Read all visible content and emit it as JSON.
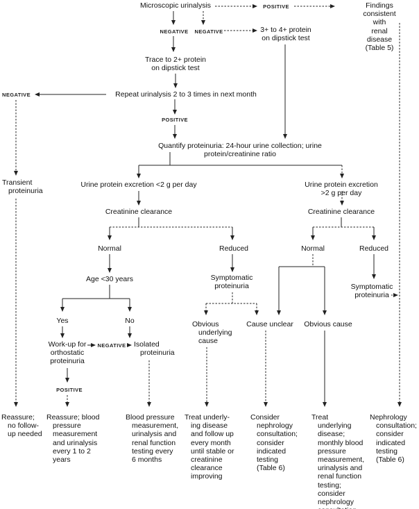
{
  "figure": {
    "description": "Flowchart for evaluation of proteinuria starting from microscopic urinalysis",
    "line_color": "#222222",
    "background": "#ffffff"
  },
  "labels": {
    "positive": "POSITIVE",
    "negative": "NEGATIVE"
  },
  "nodes": {
    "microscopic": "Microscopic urinalysis",
    "findings": "Findings consistent with\nrenal disease (Table 5)",
    "protein34": "3+ to 4+ protein\non dipstick test",
    "trace": "Trace to 2+ protein\non dipstick test",
    "repeat": "Repeat urinalysis 2 to 3 times in next month",
    "quantify": "Quantify proteinuria: 24-hour urine collection; urine protein/creatinine ratio",
    "transient": "Transient\nproteinuria",
    "urine_lt2": "Urine protein excretion <2 g per day",
    "urine_gt2": "Urine protein excretion >2 g per day",
    "cc_left": "Creatinine clearance",
    "cc_right": "Creatinine clearance",
    "normal_left": "Normal",
    "reduced_left": "Reduced",
    "normal_right": "Normal",
    "reduced_right": "Reduced",
    "age": "Age <30 years",
    "symptomatic_left": "Symptomatic\nproteinuria",
    "symptomatic_right": "Symptomatic\nproteinuria",
    "yes": "Yes",
    "no": "No",
    "workup": "Work-up for\northostatic\nproteinuria",
    "isolated": "Isolated\nproteinuria",
    "obvious_underlying": "Obvious\nunderlying\ncause",
    "cause_unclear": "Cause unclear",
    "obvious_cause": "Obvious cause",
    "outcome_reassure_none": "Reassure;\nno follow-\nup needed",
    "outcome_reassure_bp": "Reassure; blood\npressure\nmeasurement\nand urinalysis\nevery 1 to 2\nyears",
    "outcome_bp_6months": "Blood pressure\nmeasurement,\nurinalysis and\nrenal function\ntesting every\n6 months",
    "outcome_treat_monthly": "Treat underly-\ning disease\nand follow up\nevery month\nuntil stable or\ncreatinine\nclearance\nimproving",
    "outcome_consider_nephro": "Consider\nnephrology\nconsultation;\nconsider\nindicated\ntesting\n(Table 6)",
    "outcome_treat_underlying": "Treat\nunderlying\ndisease;\nmonthly blood\npressure\nmeasurement,\nurinalysis and\nrenal function\ntesting;\nconsider\nnephrology\nconsultation",
    "outcome_nephro_consult": "Nephrology\nconsultation;\nconsider\nindicated\ntesting\n(Table 6)"
  }
}
